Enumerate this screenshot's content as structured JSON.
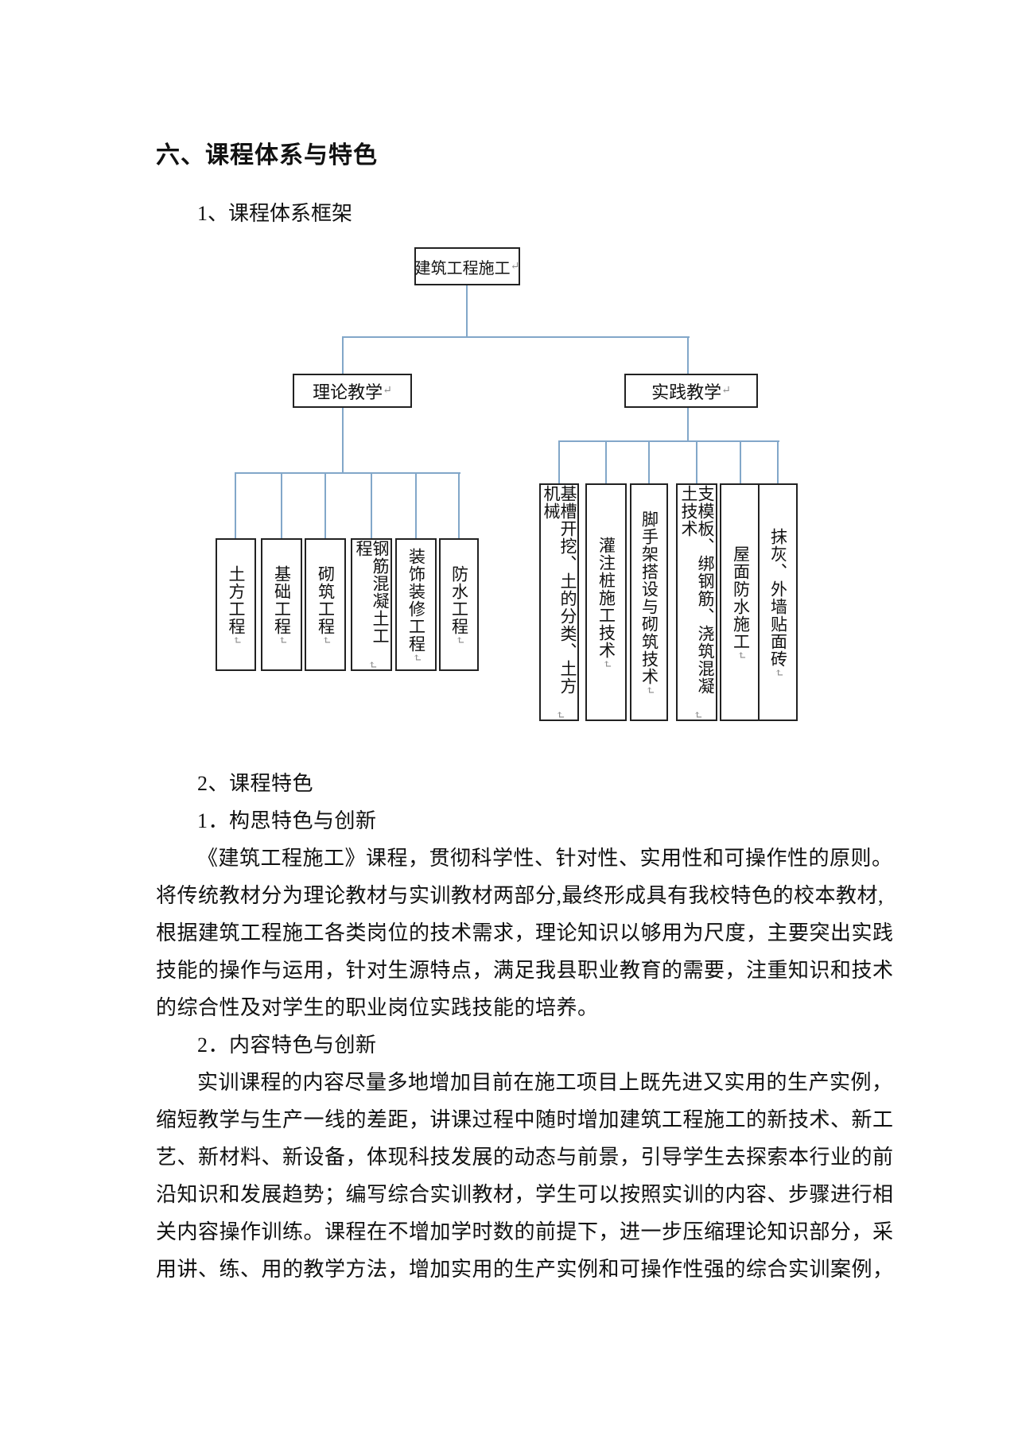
{
  "doc": {
    "heading": "六、课程体系与特色",
    "sub1": "1、课程体系框架",
    "return_mark": "↵"
  },
  "diagram": {
    "root": "建筑工程施工",
    "theory": {
      "label": "理论教学",
      "children": [
        "土方工程",
        "基础工程",
        "砌筑工程",
        "钢筋混凝土工程",
        "装饰装修工程",
        "防水工程"
      ]
    },
    "practice": {
      "label": "实践教学",
      "children": [
        "基槽开挖、土的分类、土方机械",
        "灌注桩施工技术",
        "脚手架搭设与砌筑技术",
        "支模板、绑钢筋、浇筑混凝土技术",
        "屋面防水施工",
        "抹灰、外墙贴面砖"
      ]
    },
    "connector_color": "#82a7c9",
    "box_border_color": "#222222",
    "text_color": "#111111"
  },
  "body": {
    "sub2": "2、课程特色",
    "h_concept": "1．构思特色与创新",
    "para1": [
      "《建筑工程施工》课程，贯彻科学性、针对性、实用性和可操作性的原则。",
      "将传统教材分为理论教材与实训教材两部分,最终形成具有我校特色的校本教材,",
      "根据建筑工程施工各类岗位的技术需求，理论知识以够用为尺度，主要突出实践",
      "技能的操作与运用，针对生源特点，满足我县职业教育的需要，注重知识和技术",
      "的综合性及对学生的职业岗位实践技能的培养。"
    ],
    "h_content": "2．内容特色与创新",
    "para2": [
      "实训课程的内容尽量多地增加目前在施工项目上既先进又实用的生产实例，",
      "缩短教学与生产一线的差距，讲课过程中随时增加建筑工程施工的新技术、新工",
      "艺、新材料、新设备，体现科技发展的动态与前景，引导学生去探索本行业的前",
      "沿知识和发展趋势；编写综合实训教材，学生可以按照实训的内容、步骤进行相",
      "关内容操作训练。课程在不增加学时数的前提下，进一步压缩理论知识部分，采",
      "用讲、练、用的教学方法，增加实用的生产实例和可操作性强的综合实训案例，"
    ]
  }
}
